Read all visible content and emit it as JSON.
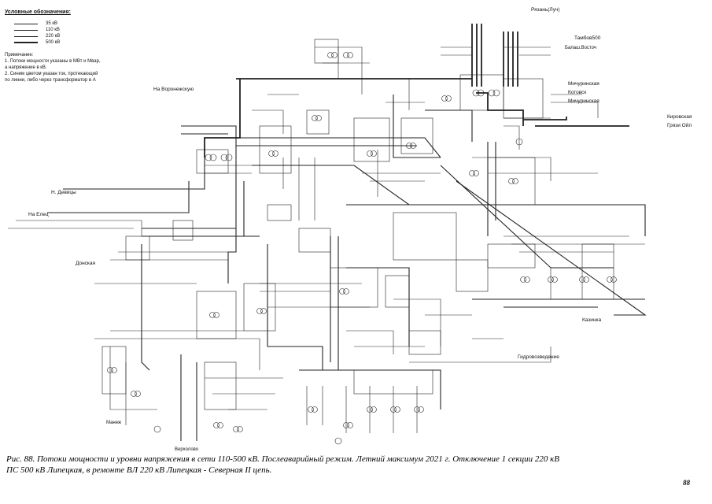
{
  "legend": {
    "title": "Условные обозначения:",
    "voltage_levels": [
      "35 кВ",
      "110 кВ",
      "220 кВ",
      "500 кВ"
    ],
    "notes": [
      "Примечание:",
      "1. Потоки мощности указаны в МВт и Мвар,",
      "а напряжение в кВ.",
      "2. Синим цветом указан ток, протекающий",
      "по линии, либо через трансформатор в А"
    ]
  },
  "directions": {
    "ryazan": "Рязань(Луч)",
    "tambov": "Тамбов500",
    "balash_vostoch": "Балаш.Восточ",
    "na_voronezh": "На Воронежскую",
    "michurinskaya": "Мичуринская",
    "kotovsk": "Котовск",
    "michurinskaya2": "Мичуринская",
    "kirovskaya": "Кировская",
    "gryazi_oil": "Грязи Ойл",
    "n_devitsa": "Н. Девицы",
    "na_elets": "На Елец",
    "donskaya": "Донская",
    "kazinka": "Казинка",
    "gidrovozvedenie": "Гидровозведение",
    "verkhovo": "Верхолово",
    "manezh": "Манеж"
  },
  "caption": {
    "line1": "Рис. 88. Потоки мощности и уровни напряжения в сети 110-500 кВ. Послеаварийный режим. Летний максимум 2021 г. Отключение 1 секции 220 кВ",
    "line2": "ПС 500 кВ Липецкая, в ремонте ВЛ 220 кВ Липецкая - Северная  II  цепь."
  },
  "page_number": "88"
}
